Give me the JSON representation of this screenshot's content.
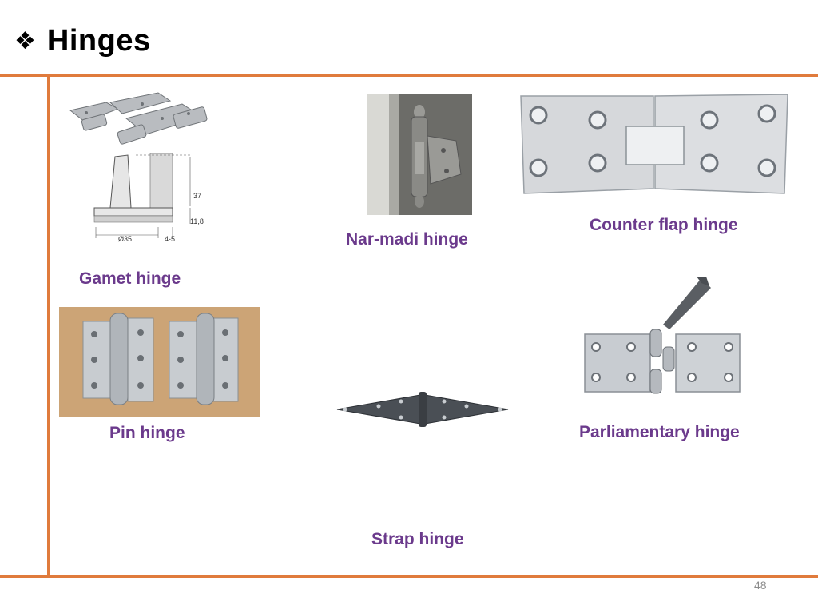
{
  "slide": {
    "title": "Hinges",
    "bullet_icon": "diamond-bullet-icon",
    "accent_color": "#e07b3c",
    "caption_color": "#6b3a8c",
    "page_number": "48"
  },
  "drawing_gamet": {
    "dim_37": "37",
    "dim_11_8": "11,8",
    "dim_35": "Ø35",
    "dim_4_5": "4-5"
  },
  "captions": {
    "gamet": "Gamet hinge",
    "nar_madi": "Nar-madi hinge",
    "counter_flap": "Counter flap hinge",
    "pin": "Pin hinge",
    "strap": "Strap hinge",
    "parliamentary": "Parliamentary hinge"
  }
}
